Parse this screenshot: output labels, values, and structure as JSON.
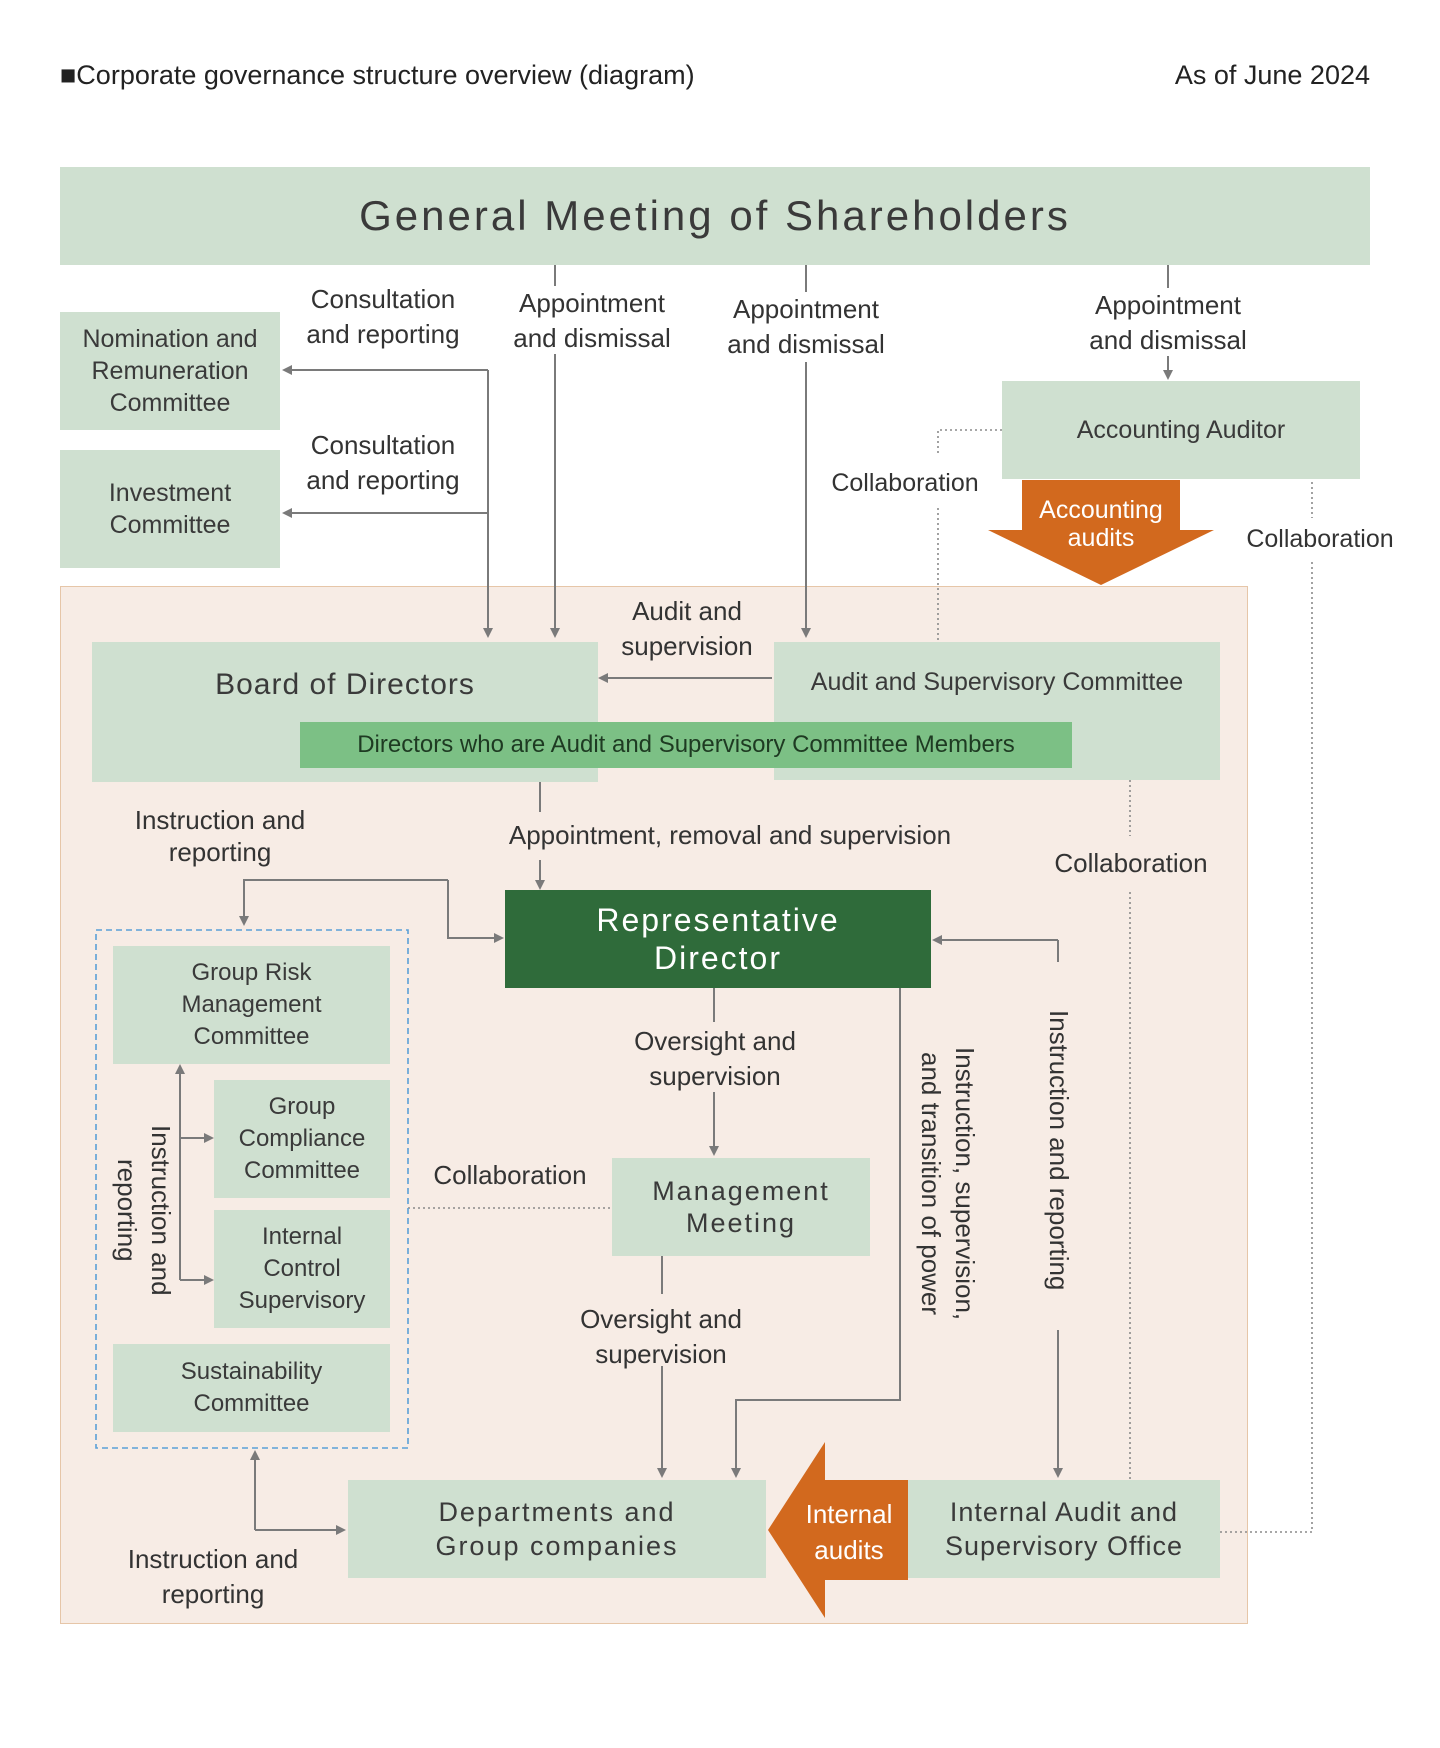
{
  "header": {
    "title": "■Corporate governance structure overview (diagram)",
    "date": "As of June 2024"
  },
  "colors": {
    "box_fill": "#cfe0d0",
    "frame_fill": "#f7ece5",
    "frame_border": "#e6c6a8",
    "dark_green": "#2f6b3a",
    "mid_green": "#7cc085",
    "orange": "#d2691e",
    "line": "#7a7a7a"
  },
  "nodes": {
    "shareholders": "General Meeting of Shareholders",
    "nomination": "Nomination and Remuneration Committee",
    "investment": "Investment Committee",
    "accounting_auditor": "Accounting Auditor",
    "board": "Board of Directors",
    "audit_committee": "Audit and Supervisory Committee",
    "audit_members": "Directors who are Audit and Supervisory Committee Members",
    "rep_director": "Representative Director",
    "group_risk": "Group Risk Management Committee",
    "group_compliance": "Group Compliance Committee",
    "internal_control": "Internal Control Supervisory",
    "sustainability": "Sustainability Committee",
    "management_meeting": "Management Meeting",
    "departments": "Departments and Group companies",
    "internal_audit_office": "Internal Audit and Supervisory Office"
  },
  "labels": {
    "consultation_1": "Consultation and reporting",
    "consultation_2": "Consultation and reporting",
    "appointment_1": "Appointment and dismissal",
    "appointment_2": "Appointment and dismissal",
    "appointment_3": "Appointment and dismissal",
    "collaboration_1": "Collaboration",
    "collaboration_2": "Collaboration",
    "collaboration_3": "Collaboration",
    "collaboration_4": "Collaboration",
    "accounting_audits": "Accounting audits",
    "audit_supervision": "Audit and supervision",
    "instruction_reporting_1": "Instruction and reporting",
    "appointment_removal": "Appointment, removal and supervision",
    "oversight_1": "Oversight and supervision",
    "oversight_2": "Oversight and supervision",
    "instruction_reporting_vert_left": "Instruction and reporting",
    "instruction_transition": "Instruction, supervision, and transition of power",
    "instruction_reporting_vert_right": "Instruction and reporting",
    "instruction_reporting_bottom": "Instruction and reporting",
    "internal_audits": "Internal audits"
  }
}
